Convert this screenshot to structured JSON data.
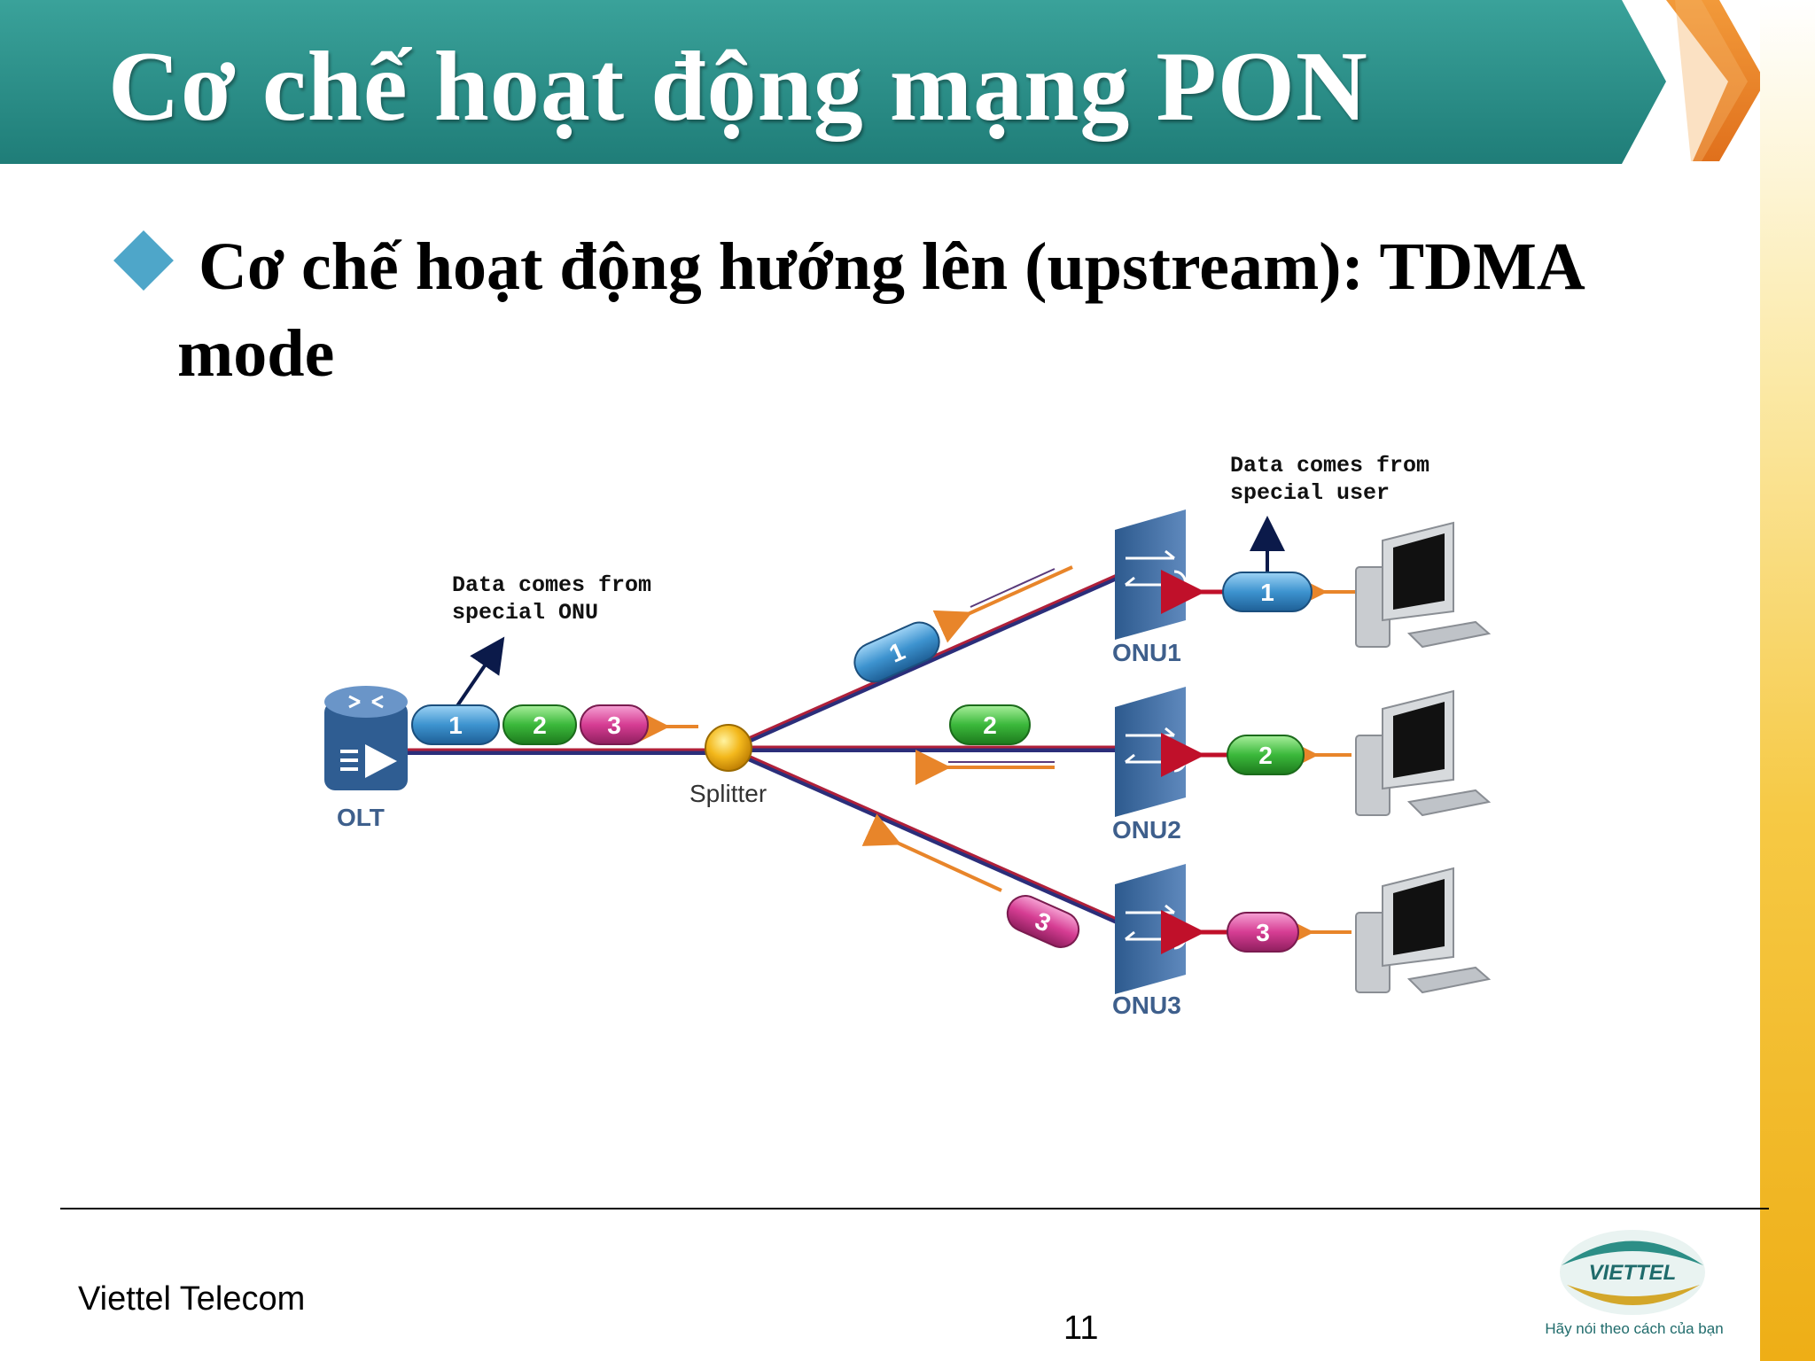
{
  "slide": {
    "title": "Cơ chế hoạt động mạng PON",
    "bullet": "Cơ chế hoạt động hướng lên (upstream): TDMA mode"
  },
  "diagram": {
    "annotation_onu": "Data comes from\nspecial ONU",
    "annotation_user": "Data comes from\nspecial user",
    "olt_label": "OLT",
    "splitter_label": "Splitter",
    "onu_labels": [
      "ONU1",
      "ONU2",
      "ONU3"
    ],
    "frame_numbers": [
      "1",
      "2",
      "3"
    ]
  },
  "footer": {
    "company": "Viettel Telecom",
    "page_number": "11",
    "logo_text": "VIETTEL",
    "logo_tagline": "Hãy nói theo cách của bạn"
  },
  "colors": {
    "title_teal": "#2f8f88",
    "frame_blue": "#3d93cf",
    "frame_green": "#3bb83b",
    "frame_pink": "#d63d93",
    "fiber_red": "#b0203a",
    "arrow_orange": "#e8852a",
    "chevron_orange": "#ee8a2a"
  }
}
